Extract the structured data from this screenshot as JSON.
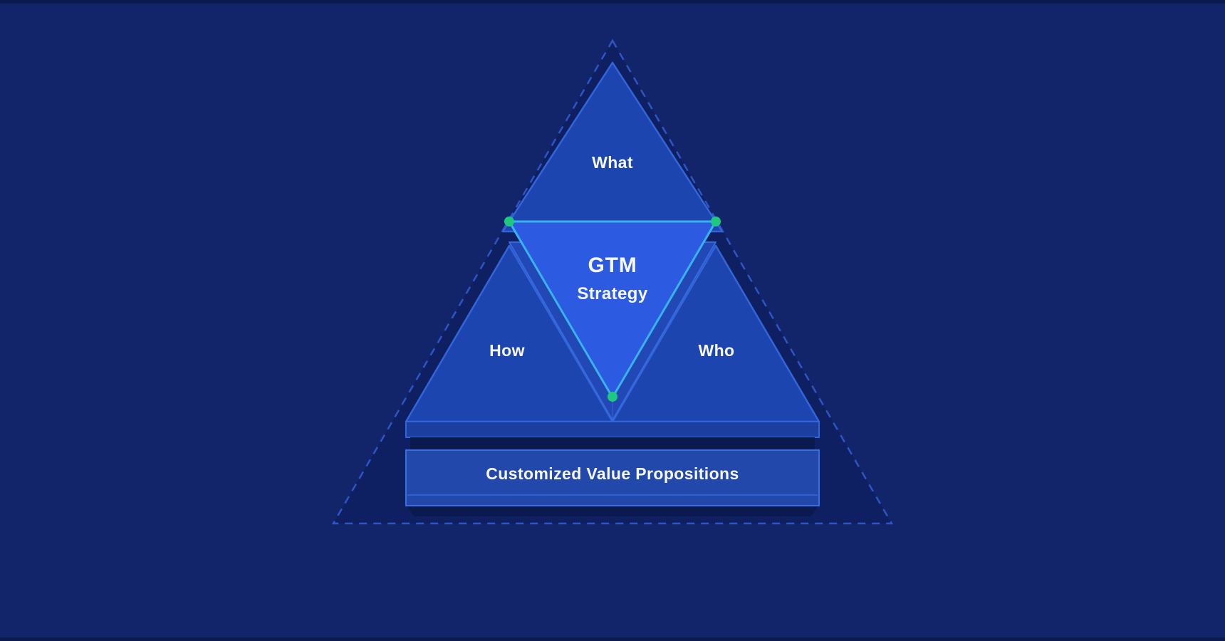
{
  "diagram": {
    "title_implied": "GTM Strategy pyramid",
    "labels": {
      "top_triangle": "What",
      "center_title": "GTM",
      "center_subtitle": "Strategy",
      "left_triangle": "How",
      "right_triangle": "Who",
      "base_bar": "Customized Value Propositions"
    },
    "colors": {
      "background": "#12256b",
      "edge_bar": "#0c1a4e",
      "dashed_outline": "#2e55c4",
      "dashed_fill": "#0e2062",
      "triangle_fill": "#1d45af",
      "triangle_stroke": "#3365da",
      "gtm_fill": "#2c5ae0",
      "gtm_stroke": "#38b3ef",
      "gtm_back_fill": "#2148b4",
      "gtm_back_stroke": "#3668de",
      "base_strip_fill": "#1b3e9f",
      "bar_fill": "#2348ab",
      "bar_stroke": "#3b6ce0",
      "shadow": "#0a1a4e",
      "dot_green": "#1fc87f",
      "text": "#f5f8ff"
    }
  }
}
